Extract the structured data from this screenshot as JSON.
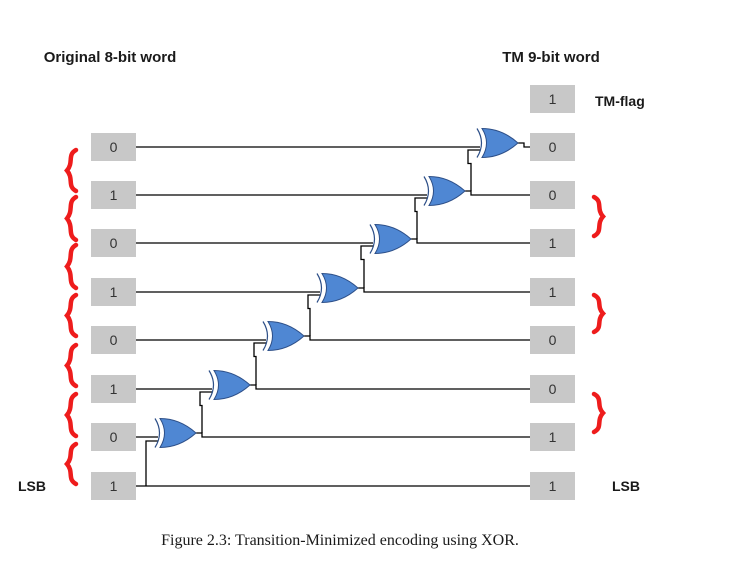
{
  "headings": {
    "input": "Original 8-bit word",
    "output": "TM 9-bit word",
    "flag": "TM-flag",
    "lsb_left": "LSB",
    "lsb_right": "LSB"
  },
  "input_bits": [
    "0",
    "1",
    "0",
    "1",
    "0",
    "1",
    "0",
    "1"
  ],
  "output_bits": [
    "1",
    "0",
    "0",
    "1",
    "1",
    "0",
    "0",
    "1",
    "1"
  ],
  "caption": "Figure 2.3: Transition-Minimized encoding using XOR.",
  "colors": {
    "box": "#c8c8c8",
    "gate": "#4f87d3",
    "gate_stroke": "#2d4f88",
    "wire": "#000000",
    "bracket": "#ee1c1c"
  },
  "gate_icon": "xor-gate-icon",
  "bracket_icon": "curly-bracket-icon"
}
